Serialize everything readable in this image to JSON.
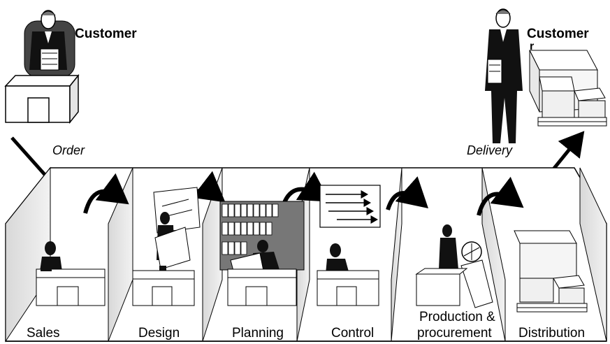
{
  "customer_left": {
    "label": "Customer"
  },
  "customer_right": {
    "label": "Customer",
    "overflow": "r"
  },
  "flow_in": {
    "label": "Order"
  },
  "flow_out": {
    "label": "Delivery"
  },
  "departments": [
    {
      "label": "Sales"
    },
    {
      "label": "Design"
    },
    {
      "label": "Planning"
    },
    {
      "label": "Control"
    },
    {
      "label": "Production &",
      "label2": "procurement"
    },
    {
      "label": "Distribution"
    }
  ]
}
